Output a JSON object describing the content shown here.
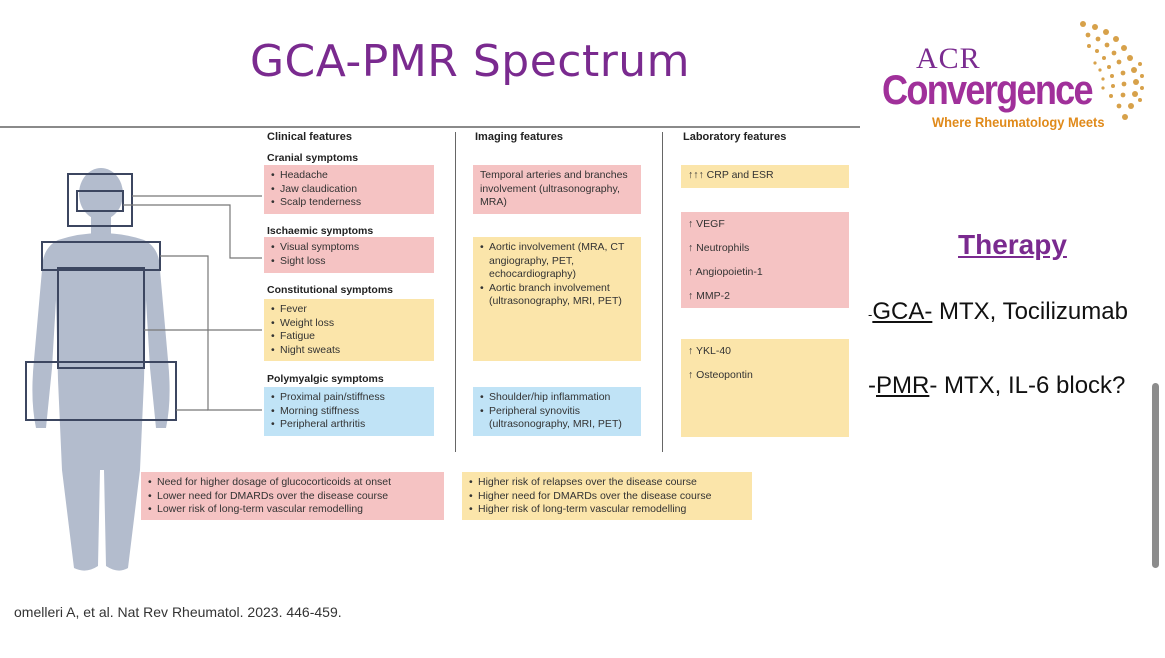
{
  "slide": {
    "title": "GCA-PMR Spectrum",
    "citation": "omelleri A, et al. Nat Rev Rheumatol. 2023. 446-459."
  },
  "logo": {
    "line1": "ACR",
    "line2": "Convergence",
    "tagline": "Where Rheumatology Meets"
  },
  "therapy": {
    "heading": "Therapy",
    "gca_prefix": "-",
    "gca_label": "GCA-",
    "gca_text": " MTX, Tocilizumab",
    "pmr_prefix": "-",
    "pmr_label": "PMR",
    "pmr_text": "- MTX, IL-6 block?"
  },
  "figure": {
    "columns": {
      "clinical": "Clinical features",
      "imaging": "Imaging features",
      "laboratory": "Laboratory features"
    },
    "cranial": {
      "heading": "Cranial symptoms",
      "items": [
        "Headache",
        "Jaw claudication",
        "Scalp tenderness"
      ]
    },
    "ischaemic": {
      "heading": "Ischaemic symptoms",
      "items": [
        "Visual symptoms",
        "Sight loss"
      ]
    },
    "constitutional": {
      "heading": "Constitutional symptoms",
      "items": [
        "Fever",
        "Weight loss",
        "Fatigue",
        "Night sweats"
      ]
    },
    "polymyalgic": {
      "heading": "Polymyalgic symptoms",
      "items": [
        "Proximal pain/stiffness",
        "Morning stiffness",
        "Peripheral arthritis"
      ]
    },
    "imaging_cranial": "Temporal arteries and branches involvement (ultrasonography, MRA)",
    "imaging_aortic": {
      "items": [
        "Aortic involvement (MRA, CT angiography, PET, echocardiography)",
        "Aortic branch involvement (ultrasonography, MRI, PET)"
      ]
    },
    "imaging_pmr": {
      "items": [
        "Shoulder/hip inflammation",
        "Peripheral synovitis (ultrasonography, MRI, PET)"
      ]
    },
    "lab_top": "↑↑↑ CRP and ESR",
    "lab_mid": [
      "↑ VEGF",
      "↑ Neutrophils",
      "↑ Angiopoietin-1",
      "↑ MMP-2"
    ],
    "lab_low": [
      "↑ YKL-40",
      "↑ Osteopontin"
    ],
    "outcome_gca": [
      "Need for higher dosage of glucocorticoids at onset",
      "Lower need for DMARDs over the disease course",
      "Lower risk of long-term vascular remodelling"
    ],
    "outcome_pmr": [
      "Higher risk of relapses over the disease course",
      "Higher need for DMARDs over the disease course",
      "Higher risk of long-term vascular remodelling"
    ]
  },
  "colors": {
    "title": "#7a2a8f",
    "pink_box": "#f5c3c3",
    "yellow_box": "#fbe5aa",
    "blue_box": "#c0e3f6",
    "body_silhouette": "#b3bccd"
  }
}
